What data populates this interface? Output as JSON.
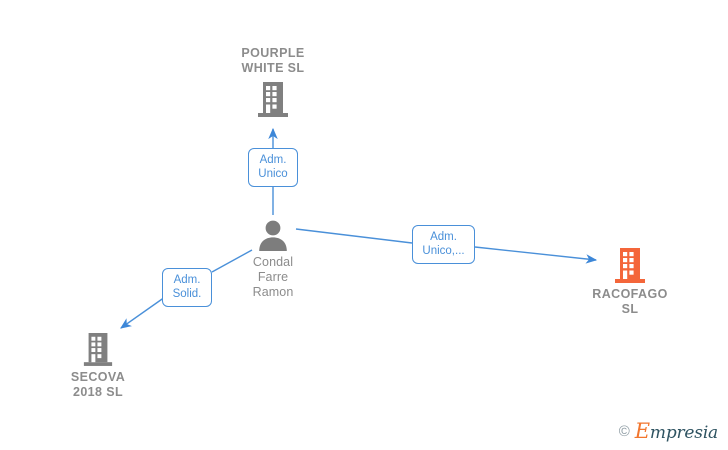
{
  "graph": {
    "nodes": [
      {
        "id": "pourple-white",
        "name": "POURPLE\nWHITE  SL",
        "type": "company",
        "icon": "building-icon",
        "color": "#808080",
        "highlighted": false
      },
      {
        "id": "condal-farre-ramon",
        "name": "Condal\nFarre\nRamon",
        "type": "person",
        "icon": "person-icon",
        "color": "#808080",
        "highlighted": false
      },
      {
        "id": "racofago",
        "name": "RACOFAGO\nSL",
        "type": "company",
        "icon": "building-icon",
        "color": "#f4663a",
        "highlighted": true
      },
      {
        "id": "secova-2018",
        "name": "SECOVA\n2018  SL",
        "type": "company",
        "icon": "building-icon",
        "color": "#808080",
        "highlighted": false
      }
    ],
    "edges": [
      {
        "id": "edge-pourple",
        "from": "condal-farre-ramon",
        "to": "pourple-white",
        "label": "Adm.\nUnico",
        "color": "#4a90d9",
        "arrow": "up"
      },
      {
        "id": "edge-racofago",
        "from": "condal-farre-ramon",
        "to": "racofago",
        "label": "Adm.\nUnico,...",
        "color": "#4a90d9",
        "arrow": "right"
      },
      {
        "id": "edge-secova",
        "from": "condal-farre-ramon",
        "to": "secova-2018",
        "label": "Adm.\nSolid.",
        "color": "#4a90d9",
        "arrow": "down-left"
      }
    ]
  },
  "watermark": {
    "copyright": "©",
    "brand_initial": "E",
    "brand_rest": "mpresia"
  }
}
